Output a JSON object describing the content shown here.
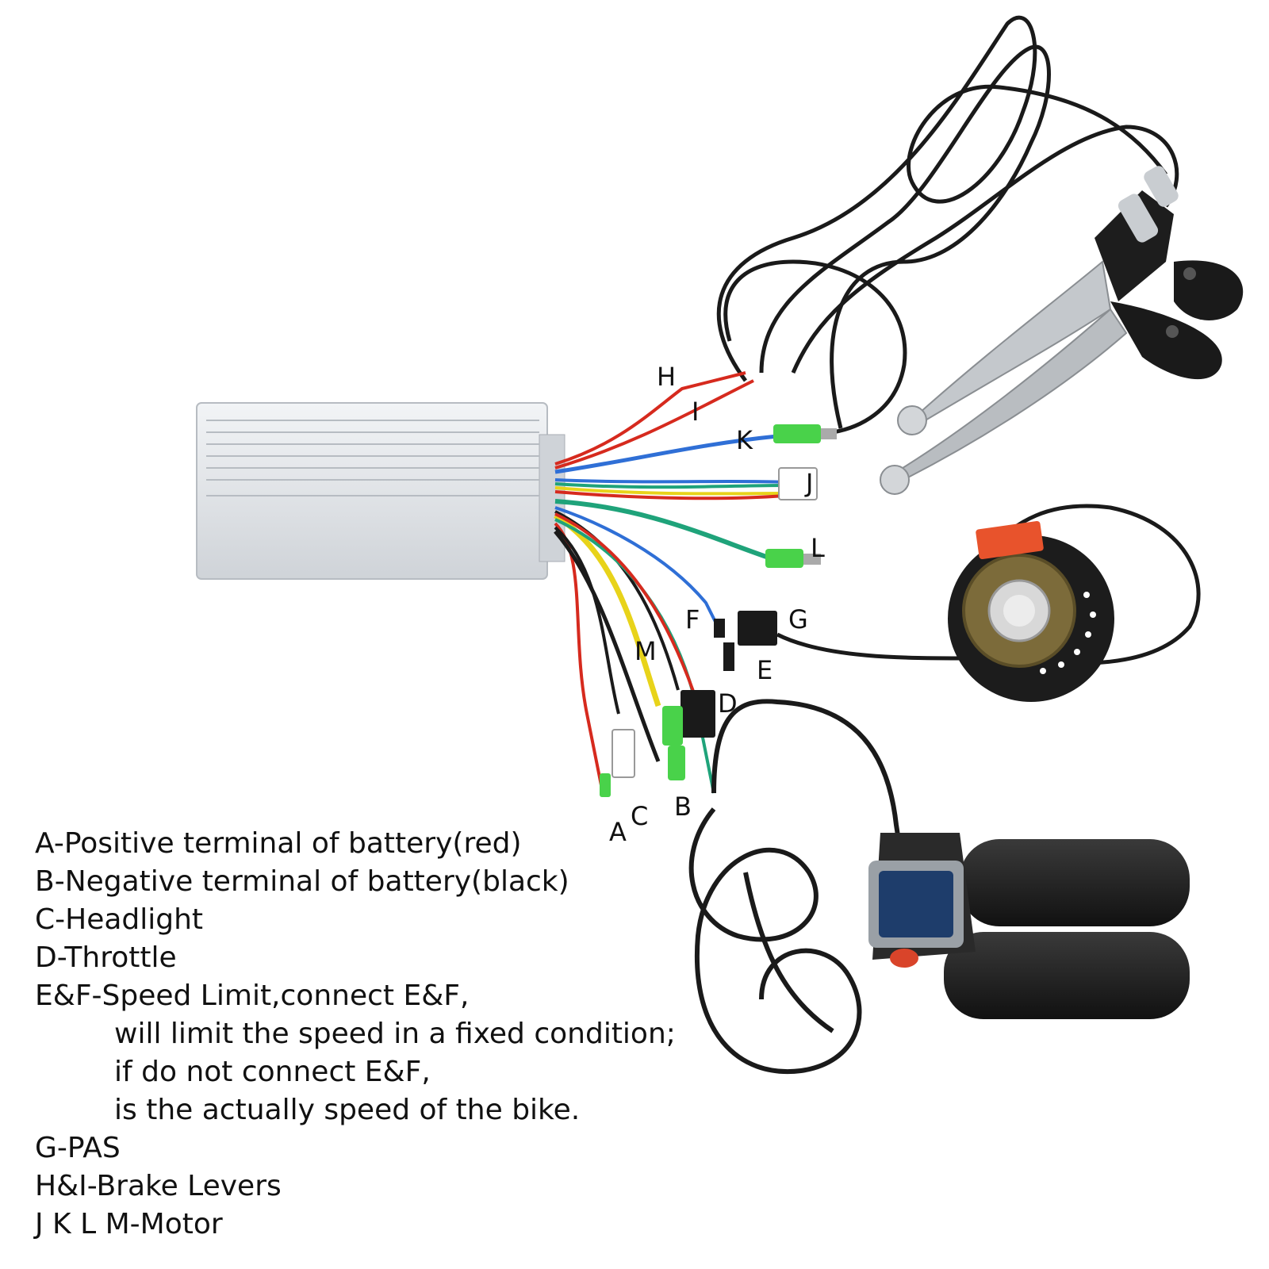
{
  "callouts": {
    "A": "A",
    "B": "B",
    "C": "C",
    "D": "D",
    "E": "E",
    "F": "F",
    "G": "G",
    "H": "H",
    "I": "I",
    "J": "J",
    "K": "K",
    "L": "L",
    "M": "M"
  },
  "legend": [
    "A-Positive terminal of battery(red)",
    "B-Negative terminal of battery(black)",
    "C-Headlight",
    "D-Throttle",
    "E&F-Speed Limit,connect E&F,",
    "will limit the speed in a fixed condition;",
    "if do not connect E&F,",
    "is the actually speed of the bike.",
    "G-PAS",
    "H&I-Brake Levers",
    "J K L M-Motor"
  ],
  "colors": {
    "red": "#d62a1e",
    "blue": "#2f6fd6",
    "green": "#1fa37a",
    "yellow": "#e8d31a",
    "black": "#1a1a1a",
    "connector_green": "#49d24a",
    "aluminium": "#dcdfe3",
    "pas_orange": "#e8532c",
    "lever_silver": "#bfc3c7"
  },
  "components": {
    "controller": "controller-box",
    "brake_lever": "brake-lever",
    "pas_sensor": "pas-sensor",
    "throttle": "throttle-grip"
  }
}
